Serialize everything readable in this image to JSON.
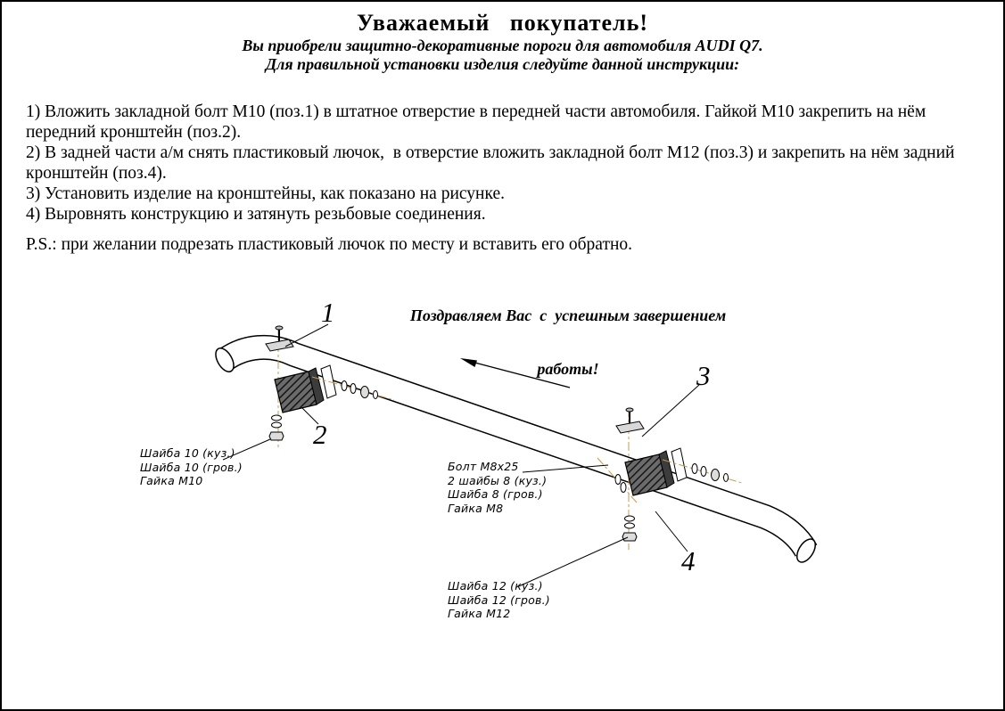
{
  "page": {
    "title": "Уважаемый   покупатель!",
    "subtitle1": "Вы приобрели защитно-декоративные пороги для автомобиля AUDI Q7.",
    "subtitle2": "Для правильной установки изделия следуйте данной инструкции:",
    "instructions": [
      "1) Вложить закладной болт М10 (поз.1) в штатное отверстие в передней части автомобиля. Гайкой М10 закрепить на нём передний кронштейн (поз.2).",
      "2) В задней части а/м снять пластиковый лючок,  в отверстие вложить закладной болт М12 (поз.3) и закрепить на нём задний кронштейн (поз.4).",
      "3) Установить изделие на кронштейны, как показано на рисунке.",
      "4) Выровнять конструкцию и затянуть резьбовые соединения."
    ],
    "ps": "P.S.: при желании подрезать пластиковый лючок по месту и вставить его обратно.",
    "congrats_line1": "Поздравляем Вас  с  успешным завершением",
    "congrats_line2": "работы!"
  },
  "diagram": {
    "callouts": {
      "c1": "1",
      "c2": "2",
      "c3": "3",
      "c4": "4"
    },
    "label_front_nut": [
      "Шайба 10 (куз.)",
      "Шайба 10 (гров.)",
      "Гайка М10"
    ],
    "label_rear_bolt": [
      "Болт М8х25",
      "2 шайбы 8 (куз.)",
      "Шайба 8 (гров.)",
      "Гайка М8"
    ],
    "label_rear_nut": [
      "Шайба 12 (куз.)",
      "Шайба 12 (гров.)",
      "Гайка М12"
    ],
    "colors": {
      "axis_line": "#c79b4a",
      "line": "#000000"
    }
  }
}
